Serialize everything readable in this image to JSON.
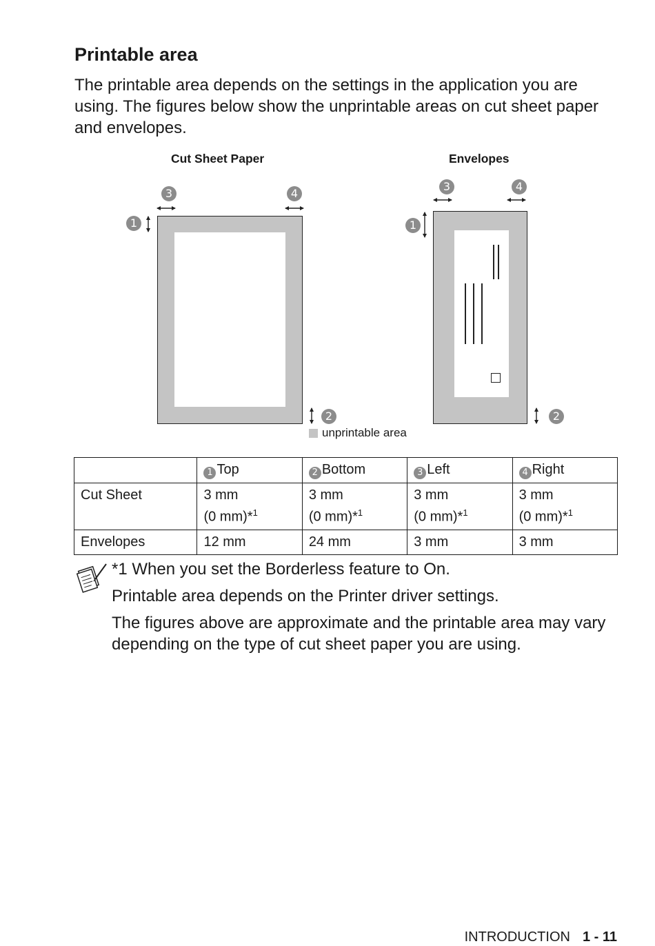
{
  "heading": "Printable area",
  "intro": "The printable area depends on the settings in the application you are using. The figures below show the unprintable areas on cut sheet paper and envelopes.",
  "figures": {
    "cut_sheet_title": "Cut Sheet Paper",
    "envelopes_title": "Envelopes",
    "badge_1": "1",
    "badge_2": "2",
    "badge_3": "3",
    "badge_4": "4",
    "legend": "unprintable area",
    "colors": {
      "unprintable": "#c4c4c4",
      "printable": "#ffffff",
      "badge": "#8c8c8c"
    }
  },
  "table": {
    "header": [
      {
        "num": "1",
        "label": "Top"
      },
      {
        "num": "2",
        "label": "Bottom"
      },
      {
        "num": "3",
        "label": "Left"
      },
      {
        "num": "4",
        "label": "Right"
      }
    ],
    "rows": [
      {
        "label": "Cut Sheet",
        "cells": [
          {
            "value": "3 mm",
            "alt": "(0 mm)*",
            "sup": "1"
          },
          {
            "value": "3 mm",
            "alt": "(0 mm)*",
            "sup": "1"
          },
          {
            "value": "3 mm",
            "alt": "(0 mm)*",
            "sup": "1"
          },
          {
            "value": "3 mm",
            "alt": "(0 mm)*",
            "sup": "1"
          }
        ]
      },
      {
        "label": "Envelopes",
        "cells": [
          {
            "value": "12 mm"
          },
          {
            "value": "24 mm"
          },
          {
            "value": "3 mm"
          },
          {
            "value": "3 mm"
          }
        ]
      }
    ]
  },
  "notes": [
    "*1 When you set the Borderless feature to On.",
    "Printable area depends on the Printer driver settings.",
    "The figures above are approximate and the printable area may vary depending on the type of cut sheet paper you are using."
  ],
  "note_icon": "note-pad-icon",
  "footer": {
    "section": "INTRODUCTION",
    "page": "1 - 11"
  }
}
